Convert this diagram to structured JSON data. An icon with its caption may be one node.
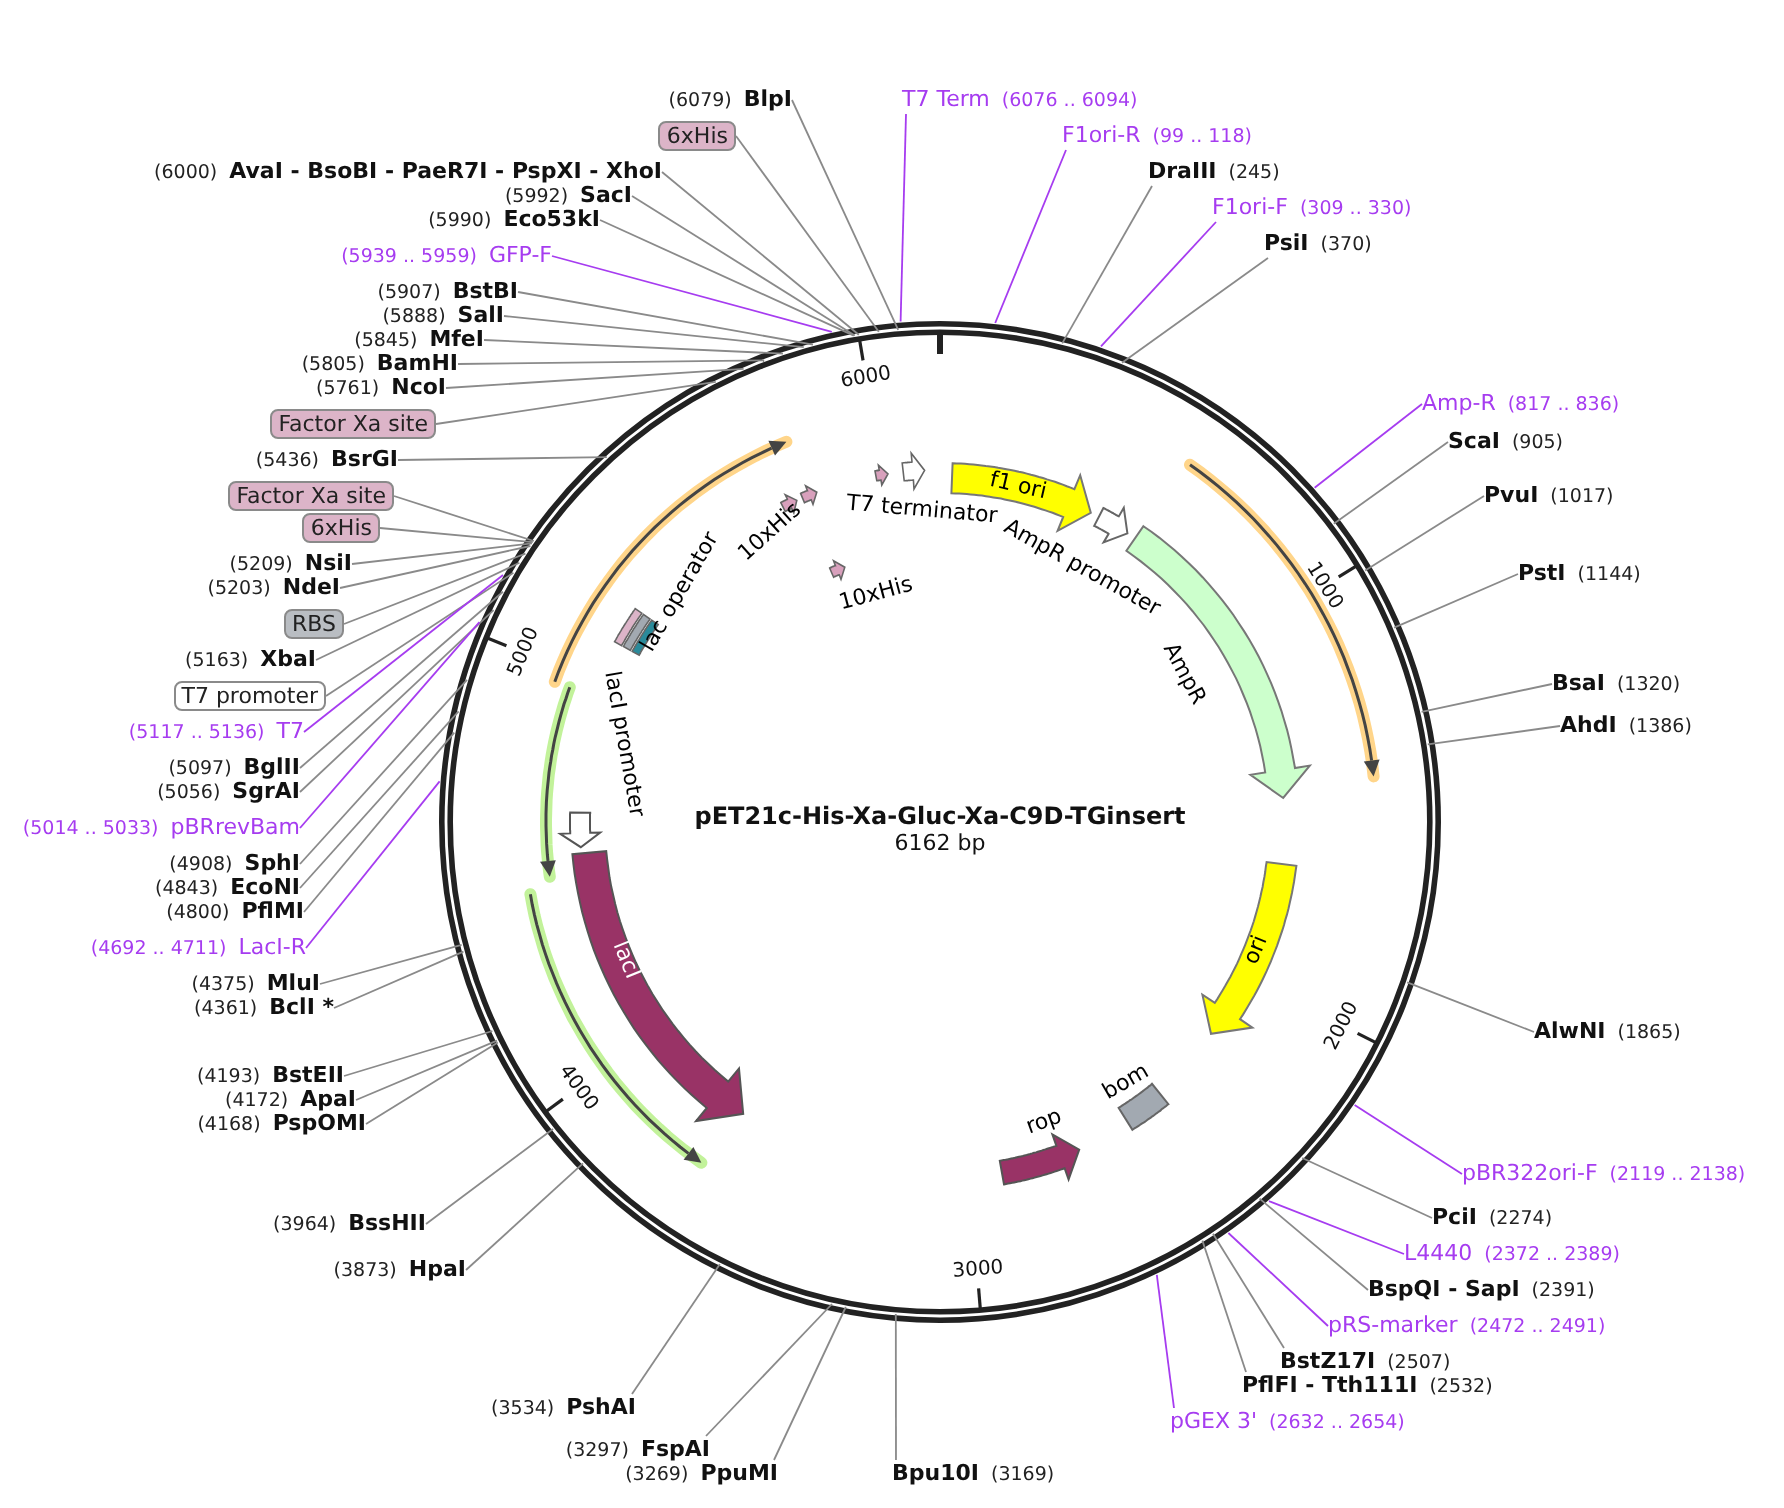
{
  "diagram": {
    "title": "pET21c-His-Xa-Gluc-Xa-C9D-TGinsert",
    "nodes": [
      {
        "text": [
          "(6079)",
          "BlpI"
        ]
      },
      {
        "text": [
          "6xHis"
        ]
      },
      {
        "text": [
          "(6000)",
          "AvaI - BsoBI - PaeR7I - PspXI - XhoI"
        ]
      },
      {
        "text": [
          "(5992)",
          "SacI"
        ]
      },
      {
        "text": [
          "(5990)",
          "Eco53kI"
        ]
      },
      {
        "text": [
          "(5939 .. 5959)",
          "GFP-F"
        ]
      },
      {
        "text": [
          "(5907)",
          "BstBI"
        ]
      },
      {
        "text": [
          "(5888)",
          "SalI"
        ]
      },
      {
        "text": [
          "(5845)",
          "MfeI"
        ]
      },
      {
        "text": [
          "(5805)",
          "BamHI"
        ]
      },
      {
        "text": [
          "(5761)",
          "NcoI"
        ]
      },
      {
        "text": [
          "Factor Xa site"
        ]
      },
      {
        "text": [
          "(5436)",
          "BsrGI"
        ]
      },
      {
        "text": [
          "Factor Xa site"
        ]
      },
      {
        "text": [
          "6xHis"
        ]
      },
      {
        "text": [
          "(5209)",
          "NsiI"
        ]
      },
      {
        "text": [
          "(5203)",
          "NdeI"
        ]
      },
      {
        "text": [
          "RBS"
        ]
      },
      {
        "text": [
          "(5163)",
          "XbaI"
        ]
      },
      {
        "text": [
          "T7 promoter"
        ]
      },
      {
        "text": [
          "(5117 .. 5136)",
          "T7"
        ]
      },
      {
        "text": [
          "(5097)",
          "BglII"
        ]
      },
      {
        "text": [
          "(5056)",
          "SgrAI"
        ]
      },
      {
        "text": [
          "(5014 .. 5033)",
          "pBRrevBam"
        ]
      },
      {
        "text": [
          "(4908)",
          "SphI"
        ]
      },
      {
        "text": [
          "(4843)",
          "EcoNI"
        ]
      },
      {
        "text": [
          "(4800)",
          "PflMI"
        ]
      },
      {
        "text": [
          "(4692 .. 4711)",
          "LacI-R"
        ]
      },
      {
        "text": [
          "(4375)",
          "MluI"
        ]
      },
      {
        "text": [
          "(4361)",
          "BclI *"
        ]
      },
      {
        "text": [
          "(4193)",
          "BstEII"
        ]
      },
      {
        "text": [
          "(4172)",
          "ApaI"
        ]
      },
      {
        "text": [
          "(4168)",
          "PspOMI"
        ]
      },
      {
        "text": [
          "(3964)",
          "BssHII"
        ]
      },
      {
        "text": [
          "(3873)",
          "HpaI"
        ]
      },
      {
        "text": [
          "(3534)",
          "PshAI"
        ]
      },
      {
        "text": [
          "(3297)",
          "FspAI"
        ]
      },
      {
        "text": [
          "(3269)",
          "PpuMI"
        ]
      },
      {
        "text": [
          "Bpu10I",
          "(3169)"
        ]
      },
      {
        "text": [
          "pGEX 3'",
          "(2632 .. 2654)"
        ]
      },
      {
        "text": [
          "PflFI - Tth111I",
          "(2532)"
        ]
      },
      {
        "text": [
          "BstZ17I",
          "(2507)"
        ]
      },
      {
        "text": [
          "pRS-marker",
          "(2472 .. 2491)"
        ]
      },
      {
        "text": [
          "BspQI - SapI",
          "(2391)"
        ]
      },
      {
        "text": [
          "L4440",
          "(2372 .. 2389)"
        ]
      },
      {
        "text": [
          "PciI",
          "(2274)"
        ]
      },
      {
        "text": [
          "pBR322ori-F",
          "(2119 .. 2138)"
        ]
      },
      {
        "text": [
          "AlwNI",
          "(1865)"
        ]
      },
      {
        "text": [
          "AhdI",
          "(1386)"
        ]
      },
      {
        "text": [
          "BsaI",
          "(1320)"
        ]
      },
      {
        "text": [
          "PstI",
          "(1144)"
        ]
      },
      {
        "text": [
          "PvuI",
          "(1017)"
        ]
      },
      {
        "text": [
          "ScaI",
          "(905)"
        ]
      },
      {
        "text": [
          "Amp-R",
          "(817 .. 836)"
        ]
      },
      {
        "text": [
          "PsiI",
          "(370)"
        ]
      },
      {
        "text": [
          "F1ori-F",
          "(309 .. 330)"
        ]
      },
      {
        "text": [
          "DraIII",
          "(245)"
        ]
      },
      {
        "text": [
          "F1ori-R",
          "(99 .. 118)"
        ]
      },
      {
        "text": [
          "T7 Term",
          "(6076 .. 6094)"
        ]
      },
      {
        "text": [
          "f1 ori"
        ]
      },
      {
        "text": [
          "AmpR promoter"
        ]
      },
      {
        "text": [
          "AmpR"
        ]
      },
      {
        "text": [
          "ori"
        ]
      },
      {
        "text": [
          "bom"
        ]
      },
      {
        "text": [
          "rop"
        ]
      },
      {
        "text": [
          "lacI"
        ]
      },
      {
        "text": [
          "lacI promoter"
        ]
      },
      {
        "text": [
          "lac operator"
        ]
      },
      {
        "text": [
          "T7 terminator"
        ]
      },
      {
        "text": [
          "10xHis"
        ]
      },
      {
        "text": [
          "10xHis"
        ]
      }
    ],
    "edges": [
      {
        "from": 0,
        "to": null,
        "arrow": "none"
      },
      {
        "from": 1,
        "to": null,
        "arrow": "none"
      },
      {
        "from": 2,
        "to": null,
        "arrow": "none"
      },
      {
        "from": 3,
        "to": null,
        "arrow": "none"
      },
      {
        "from": 4,
        "to": null,
        "arrow": "none"
      },
      {
        "from": 5,
        "to": null,
        "arrow": "none",
        "color": "#a63cf0"
      },
      {
        "from": 6,
        "to": null,
        "arrow": "none"
      },
      {
        "from": 7,
        "to": null,
        "arrow": "none"
      },
      {
        "from": 8,
        "to": null,
        "arrow": "none"
      },
      {
        "from": 9,
        "to": null,
        "arrow": "none"
      },
      {
        "from": 10,
        "to": null,
        "arrow": "none"
      },
      {
        "from": 11,
        "to": null,
        "arrow": "none"
      },
      {
        "from": 12,
        "to": null,
        "arrow": "none"
      },
      {
        "from": 13,
        "to": null,
        "arrow": "none"
      },
      {
        "from": 14,
        "to": null,
        "arrow": "none"
      },
      {
        "from": 15,
        "to": null,
        "arrow": "none"
      },
      {
        "from": 16,
        "to": null,
        "arrow": "none"
      },
      {
        "from": 17,
        "to": null,
        "arrow": "none"
      },
      {
        "from": 18,
        "to": null,
        "arrow": "none"
      },
      {
        "from": 19,
        "to": null,
        "arrow": "none"
      },
      {
        "from": 20,
        "to": null,
        "arrow": "none",
        "color": "#a63cf0"
      },
      {
        "from": 21,
        "to": null,
        "arrow": "none"
      },
      {
        "from": 22,
        "to": null,
        "arrow": "none"
      },
      {
        "from": 23,
        "to": null,
        "arrow": "none",
        "color": "#a63cf0"
      },
      {
        "from": 24,
        "to": null,
        "arrow": "none"
      },
      {
        "from": 25,
        "to": null,
        "arrow": "none"
      },
      {
        "from": 26,
        "to": null,
        "arrow": "none"
      },
      {
        "from": 27,
        "to": null,
        "arrow": "none",
        "color": "#a63cf0"
      },
      {
        "from": 28,
        "to": null,
        "arrow": "none"
      },
      {
        "from": 29,
        "to": null,
        "arrow": "none"
      },
      {
        "from": 30,
        "to": null,
        "arrow": "none"
      },
      {
        "from": 31,
        "to": null,
        "arrow": "none"
      },
      {
        "from": 32,
        "to": null,
        "arrow": "none"
      },
      {
        "from": 33,
        "to": null,
        "arrow": "none"
      },
      {
        "from": 34,
        "to": null,
        "arrow": "none"
      },
      {
        "from": 35,
        "to": null,
        "arrow": "none"
      },
      {
        "from": 36,
        "to": null,
        "arrow": "none"
      },
      {
        "from": 37,
        "to": null,
        "arrow": "none"
      },
      {
        "from": 38,
        "to": null,
        "arrow": "none"
      },
      {
        "from": 39,
        "to": null,
        "arrow": "none",
        "color": "#a63cf0"
      },
      {
        "from": 40,
        "to": null,
        "arrow": "none"
      },
      {
        "from": 41,
        "to": null,
        "arrow": "none"
      },
      {
        "from": 42,
        "to": null,
        "arrow": "none",
        "color": "#a63cf0"
      },
      {
        "from": 43,
        "to": null,
        "arrow": "none"
      },
      {
        "from": 44,
        "to": null,
        "arrow": "none",
        "color": "#a63cf0"
      },
      {
        "from": 45,
        "to": null,
        "arrow": "none"
      },
      {
        "from": 46,
        "to": null,
        "arrow": "none",
        "color": "#a63cf0"
      },
      {
        "from": 47,
        "to": null,
        "arrow": "none"
      },
      {
        "from": 48,
        "to": null,
        "arrow": "none"
      },
      {
        "from": 49,
        "to": null,
        "arrow": "none"
      },
      {
        "from": 50,
        "to": null,
        "arrow": "none"
      },
      {
        "from": 51,
        "to": null,
        "arrow": "none"
      },
      {
        "from": 52,
        "to": null,
        "arrow": "none"
      },
      {
        "from": 53,
        "to": null,
        "arrow": "none",
        "color": "#a63cf0"
      },
      {
        "from": 54,
        "to": null,
        "arrow": "none"
      },
      {
        "from": 55,
        "to": null,
        "arrow": "none",
        "color": "#a63cf0"
      },
      {
        "from": 56,
        "to": null,
        "arrow": "none"
      },
      {
        "from": 57,
        "to": null,
        "arrow": "none",
        "color": "#a63cf0"
      },
      {
        "from": 58,
        "to": null,
        "arrow": "none",
        "color": "#a63cf0"
      }
    ],
    "labels": [
      "6000",
      "1000",
      "2000",
      "3000",
      "4000",
      "5000",
      "6162 bp"
    ]
  }
}
